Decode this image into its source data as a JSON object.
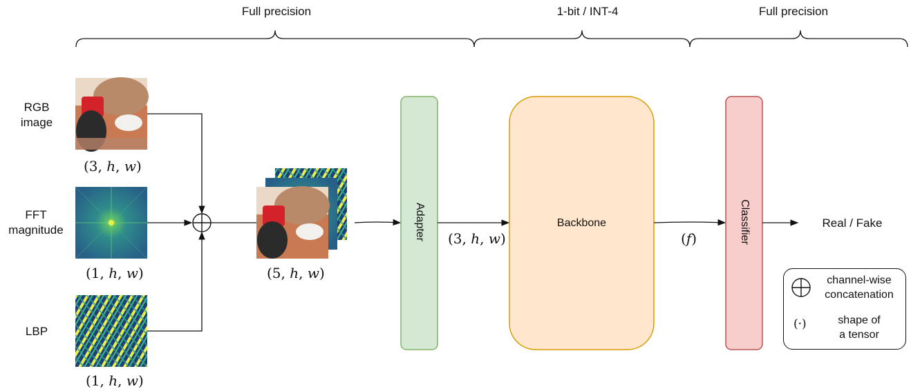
{
  "sections": [
    {
      "label": "Full precision"
    },
    {
      "label": "1-bit / INT-4"
    },
    {
      "label": "Full precision"
    }
  ],
  "inputs": [
    {
      "label": "RGB\nimage",
      "shape": "(3, h, w)"
    },
    {
      "label": "FFT\nmagnitude",
      "shape": "(1, h, w)"
    },
    {
      "label": "LBP",
      "shape": "(1, h, w)"
    }
  ],
  "stacked_shape": "(5, h, w)",
  "blocks": {
    "adapter": "Adapter",
    "backbone": "Backbone",
    "classifier": "Classifier"
  },
  "adapter_out_shape": "(3, h, w)",
  "backbone_out_shape": "(f)",
  "output_label": "Real / Fake",
  "legend": {
    "concat": "channel-wise\nconcatenation",
    "shape_symbol": "(·)",
    "shape": "shape of\na tensor"
  },
  "colors": {
    "adapter_fill": "#d5e8d4",
    "adapter_stroke": "#82b366",
    "backbone_fill": "#ffe6cc",
    "backbone_stroke": "#d79b00",
    "classifier_fill": "#f8cecc",
    "classifier_stroke": "#b85450"
  }
}
